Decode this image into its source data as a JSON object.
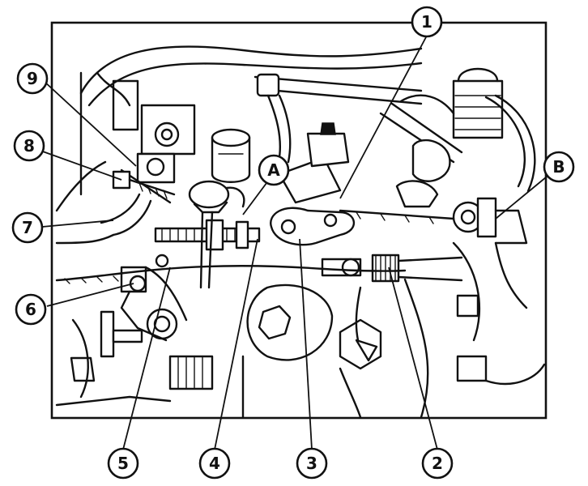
{
  "diagram": {
    "callouts": [
      {
        "id": "c1",
        "label": "1"
      },
      {
        "id": "c2",
        "label": "2"
      },
      {
        "id": "c3",
        "label": "3"
      },
      {
        "id": "c4",
        "label": "4"
      },
      {
        "id": "c5",
        "label": "5"
      },
      {
        "id": "c6",
        "label": "6"
      },
      {
        "id": "c7",
        "label": "7"
      },
      {
        "id": "c8",
        "label": "8"
      },
      {
        "id": "c9",
        "label": "9"
      },
      {
        "id": "cA",
        "label": "A"
      },
      {
        "id": "cB",
        "label": "B"
      }
    ]
  }
}
